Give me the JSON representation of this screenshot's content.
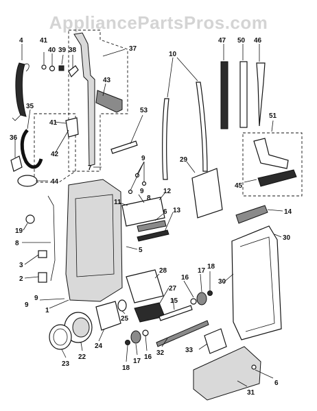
{
  "watermark": "AppliancePartsPros.com",
  "callouts": [
    "4",
    "41",
    "40",
    "39",
    "38",
    "37",
    "43",
    "35",
    "41",
    "42",
    "36",
    "44",
    "7",
    "53",
    "10",
    "47",
    "50",
    "46",
    "51",
    "45",
    "29",
    "9",
    "9",
    "11",
    "8",
    "12",
    "6",
    "13",
    "14",
    "19",
    "8",
    "5",
    "3",
    "2",
    "9",
    "9",
    "1",
    "28",
    "16",
    "17",
    "18",
    "27",
    "15",
    "25",
    "30",
    "30",
    "24",
    "22",
    "23",
    "18",
    "17",
    "16",
    "32",
    "33",
    "6",
    "31"
  ]
}
